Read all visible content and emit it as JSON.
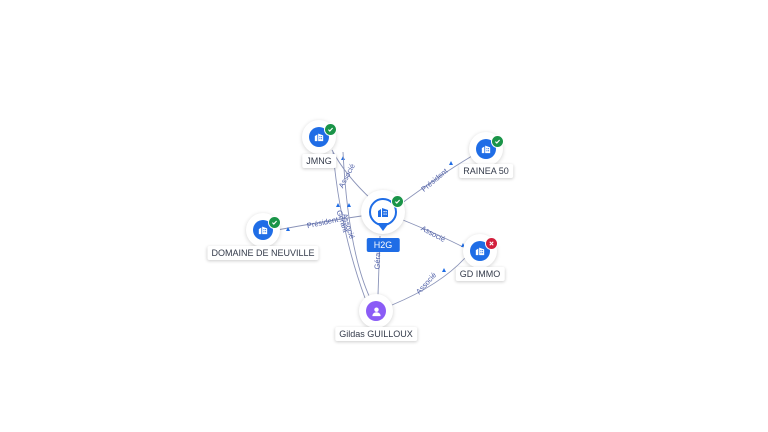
{
  "colors": {
    "accent": "#1f6de6",
    "active_badge": "#1a9448",
    "inactive_badge": "#d21f3c",
    "person": "#8b5cf6",
    "edge": "#8a93b8",
    "edge_label": "#5060a8"
  },
  "nodes": [
    {
      "id": "h2g",
      "label": "H2G",
      "kind": "company",
      "status": "active",
      "icon": "building-icon",
      "main": true
    },
    {
      "id": "jmng",
      "label": "JMNG",
      "kind": "company",
      "status": "active",
      "icon": "building-icon"
    },
    {
      "id": "rainea",
      "label": "RAINEA 50",
      "kind": "company",
      "status": "active",
      "icon": "building-icon"
    },
    {
      "id": "neuville",
      "label": "DOMAINE DE NEUVILLE",
      "kind": "company",
      "status": "active",
      "icon": "building-icon"
    },
    {
      "id": "gdimmo",
      "label": "GD IMMO",
      "kind": "company",
      "status": "inactive",
      "icon": "building-icon"
    },
    {
      "id": "gildas",
      "label": "Gildas GUILLOUX",
      "kind": "person",
      "status": "none",
      "icon": "person-icon"
    }
  ],
  "edges": [
    {
      "from": "h2g",
      "to": "jmng",
      "label": "Associé"
    },
    {
      "from": "h2g",
      "to": "rainea",
      "label": "Président"
    },
    {
      "from": "h2g",
      "to": "neuville",
      "label": "Président"
    },
    {
      "from": "h2g",
      "to": "gdimmo",
      "label": "Associé"
    },
    {
      "from": "gildas",
      "to": "h2g",
      "label": "Gérant"
    },
    {
      "from": "gildas",
      "to": "gdimmo",
      "label": "Associé"
    },
    {
      "from": "gildas",
      "to": "jmng",
      "label": "Gérant"
    },
    {
      "from": "gildas",
      "to": "jmng",
      "label": "Associé"
    }
  ]
}
